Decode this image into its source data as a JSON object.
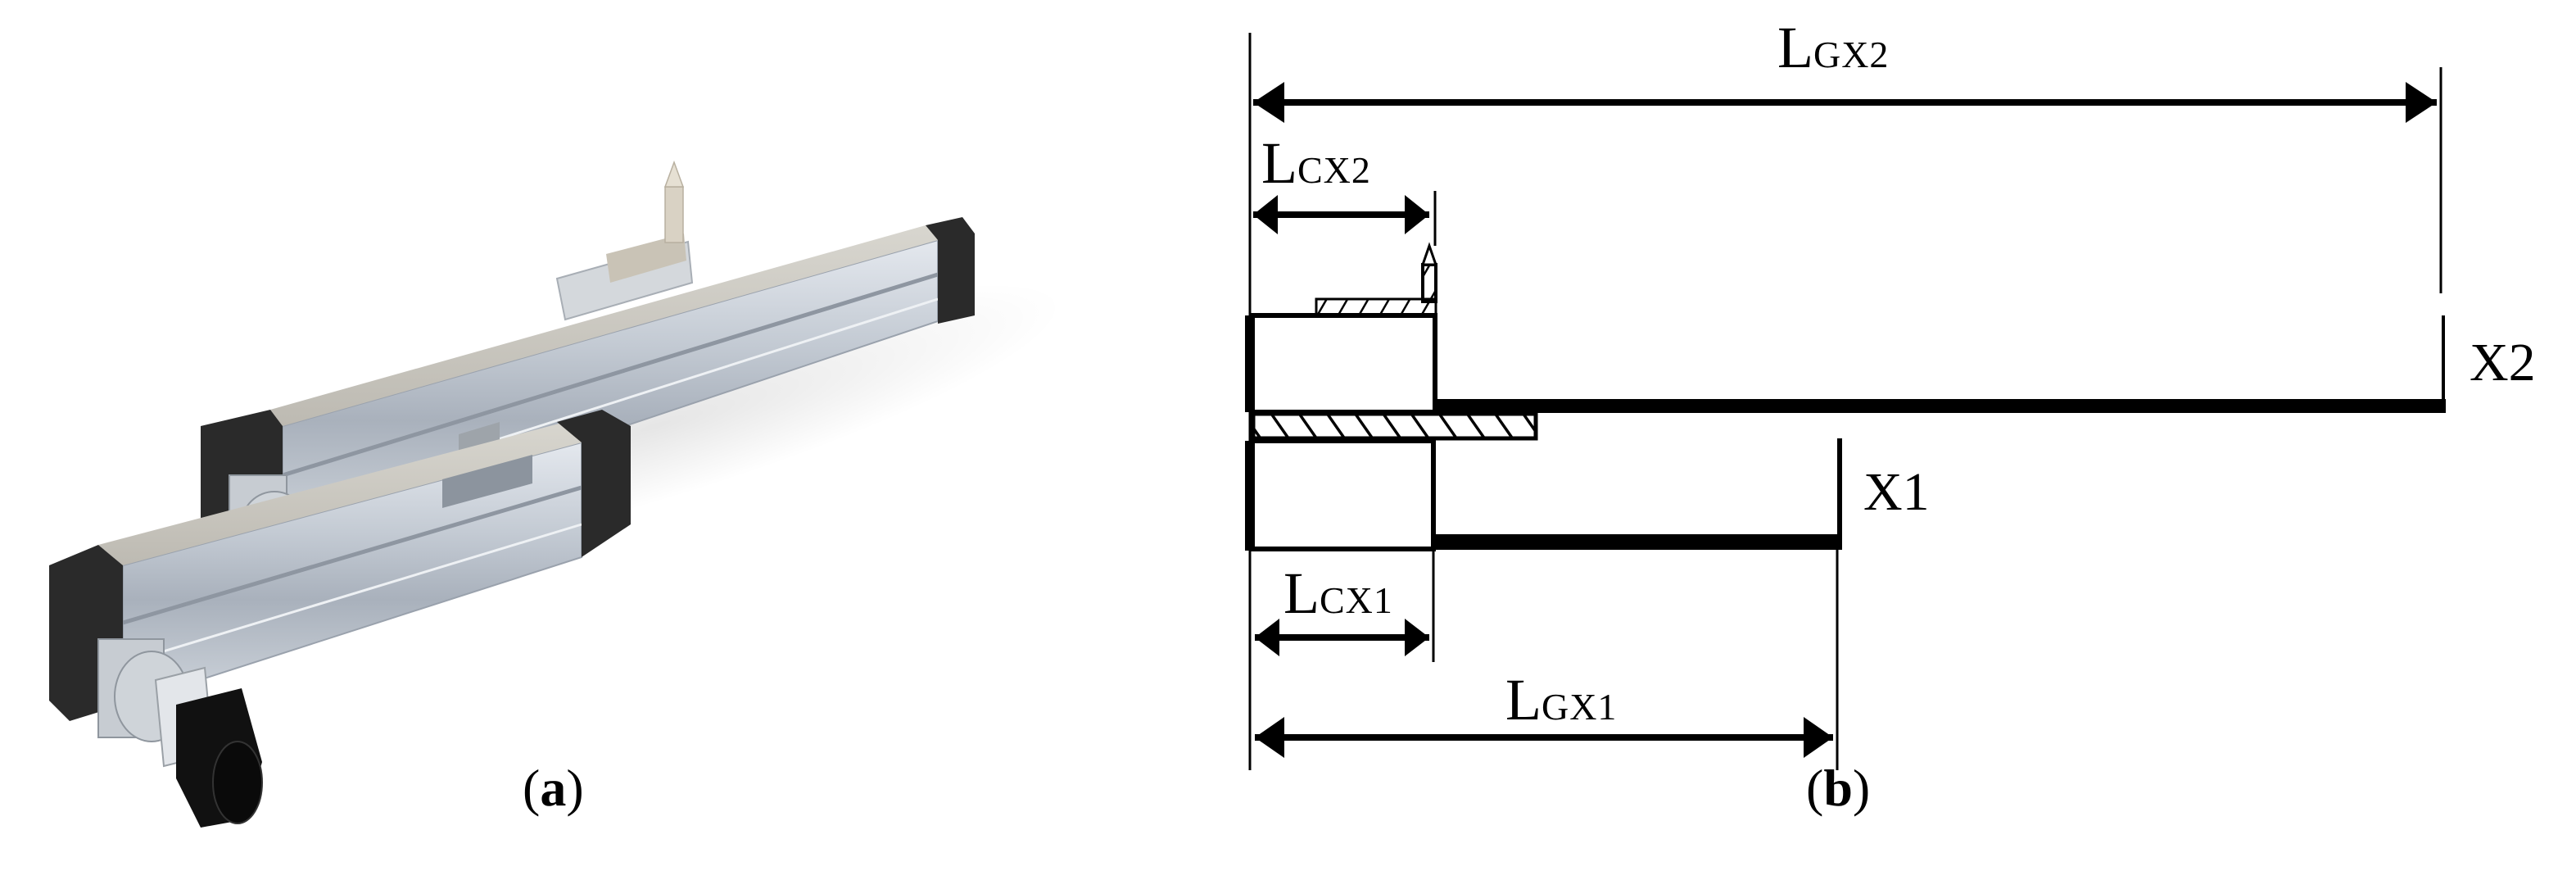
{
  "figure": {
    "panels": [
      {
        "id": "a",
        "caption_open": "(",
        "caption_letter": "a",
        "caption_close": ")",
        "description": "3D render of two-axis linear actuator stage (X1 lower, X2 upper) with stepper motors and a pointed tool on the X2 carriage"
      },
      {
        "id": "b",
        "caption_open": "(",
        "caption_letter": "b",
        "caption_close": ")",
        "description": "Schematic of X1 and X2 axes with carriage and stroke dimensions"
      }
    ],
    "labels": {
      "lgx2": {
        "main": "L",
        "sub": "GX2"
      },
      "lcx2": {
        "main": "L",
        "sub": "CX2"
      },
      "lcx1": {
        "main": "L",
        "sub": "CX1"
      },
      "lgx1": {
        "main": "L",
        "sub": "GX1"
      },
      "x2": "X2",
      "x1": "X1"
    },
    "colors": {
      "line": "#000000",
      "rail_aluminum": "#b9c1cc",
      "rail_highlight": "#dfe4ea",
      "end_cap": "#2a2a2a",
      "motor": "#111111",
      "tool": "#d9d2c4",
      "background": "#ffffff"
    }
  }
}
